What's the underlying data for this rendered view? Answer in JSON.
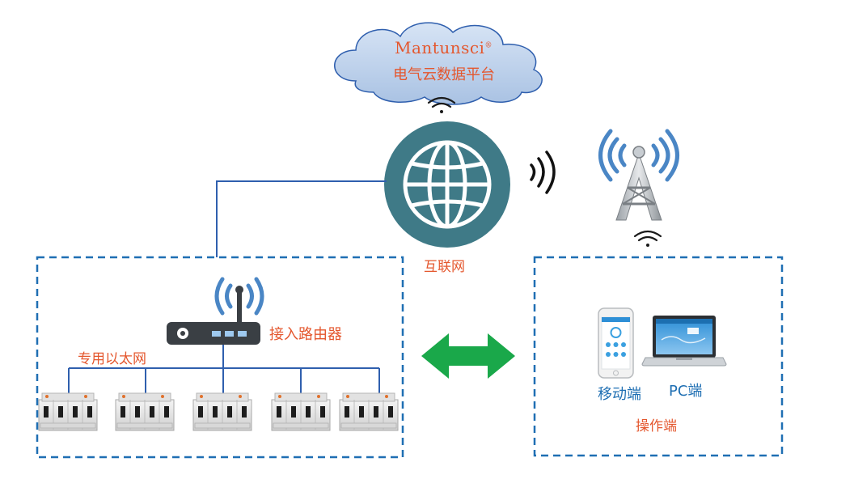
{
  "cloud": {
    "brand": "Mantunsci",
    "trademark": "®",
    "platform": "电气云数据平台"
  },
  "internet": {
    "label": "互联网"
  },
  "router": {
    "label": "接入路由器"
  },
  "ethernet": {
    "label": "专用以太网"
  },
  "clients": {
    "mobile_label": "移动端",
    "pc_label": "PC端",
    "group_label": "操作端"
  },
  "colors": {
    "label": "#e4572e",
    "client_label": "#1f6fb3",
    "dashed_box": "#1f6fb3",
    "connector": "#2f5fae",
    "globe": "#3f7a87",
    "arrow": "#1aa84a",
    "wifi": "#4a86c5",
    "cloud_fill": "#b7cdea"
  }
}
